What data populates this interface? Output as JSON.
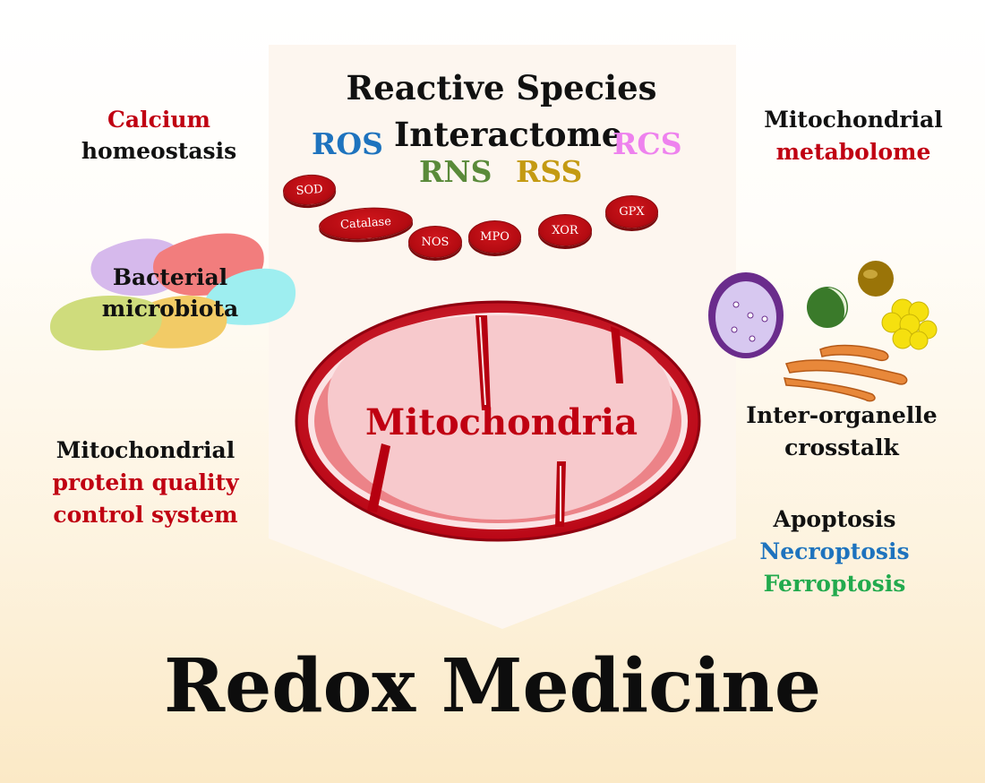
{
  "main_title": "Redox Medicine",
  "reactive": {
    "title_line1": "Reactive Species",
    "title_line2": "Interactome",
    "species": {
      "ros": "ROS",
      "rcs": "RCS",
      "rns": "RNS",
      "rss": "RSS"
    },
    "enzymes": {
      "sod": "SOD",
      "catalase": "Catalase",
      "nos": "NOS",
      "mpo": "MPO",
      "xor": "XOR",
      "gpx": "GPX"
    }
  },
  "center_label": "Mitochondria",
  "left": {
    "calcium": {
      "line1": "Calcium",
      "line2": "homeostasis"
    },
    "bacteria": {
      "line1": "Bacterial",
      "line2": "microbiota"
    },
    "protein_quality": {
      "line1": "Mitochondrial",
      "line2": "protein quality",
      "line3": "control system"
    }
  },
  "right": {
    "metabolome": {
      "line1": "Mitochondrial",
      "line2": "metabolome"
    },
    "crosstalk": {
      "line1": "Inter-organelle",
      "line2": "crosstalk"
    },
    "death": {
      "apoptosis": "Apoptosis",
      "necroptosis": "Necroptosis",
      "ferroptosis": "Ferroptosis"
    }
  },
  "colors": {
    "ros": "#1e73be",
    "rcs": "#ee82ee",
    "rns": "#5a8a3a",
    "rss": "#c49a12",
    "mito_red": "#c00012",
    "ferroptosis": "#22aa4d",
    "necroptosis": "#1e73be"
  },
  "icons": [
    "mitochondrion-icon",
    "bacteria-blob-icon",
    "vesicle-icon",
    "lipid-droplet-icon",
    "golgi-icon"
  ]
}
